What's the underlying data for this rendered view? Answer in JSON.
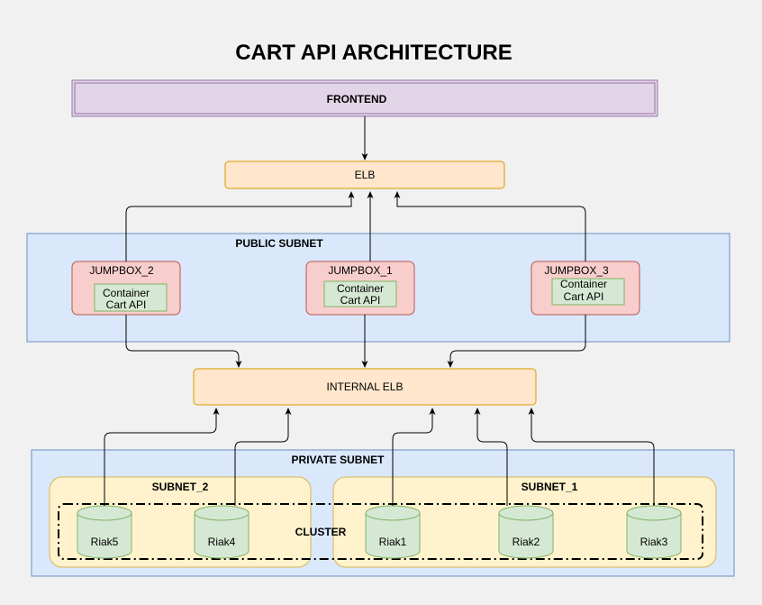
{
  "title": "CART API ARCHITECTURE",
  "frontend": "FRONTEND",
  "elb": "ELB",
  "public_subnet": "PUBLIC SUBNET",
  "jumpboxes": [
    {
      "name": "JUMPBOX_2",
      "container_line1": "Container",
      "container_line2": "Cart API"
    },
    {
      "name": "JUMPBOX_1",
      "container_line1": "Container",
      "container_line2": "Cart API"
    },
    {
      "name": "JUMPBOX_3",
      "container_line1": "Container",
      "container_line2": "Cart API"
    }
  ],
  "internal_elb": "INTERNAL ELB",
  "private_subnet": "PRIVATE SUBNET",
  "subnet_2": "SUBNET_2",
  "subnet_1": "SUBNET_1",
  "cluster": "CLUSTER",
  "nodes": [
    "Riak5",
    "Riak4",
    "Riak1",
    "Riak2",
    "Riak3"
  ],
  "colors": {
    "background": "#f1f1f1",
    "frontend_fill": "#e1d5e7",
    "frontend_stroke": "#9673a6",
    "elb_fill": "#ffe6cc",
    "elb_stroke": "#d79b00",
    "subnet_fill": "#dae8fc",
    "subnet_stroke": "#6c8ebf",
    "jumpbox_fill": "#f8cecc",
    "jumpbox_stroke": "#b85450",
    "container_fill": "#d5e8d4",
    "container_stroke": "#82b366",
    "group_fill": "#fff2cc",
    "group_stroke": "#d6b656"
  }
}
